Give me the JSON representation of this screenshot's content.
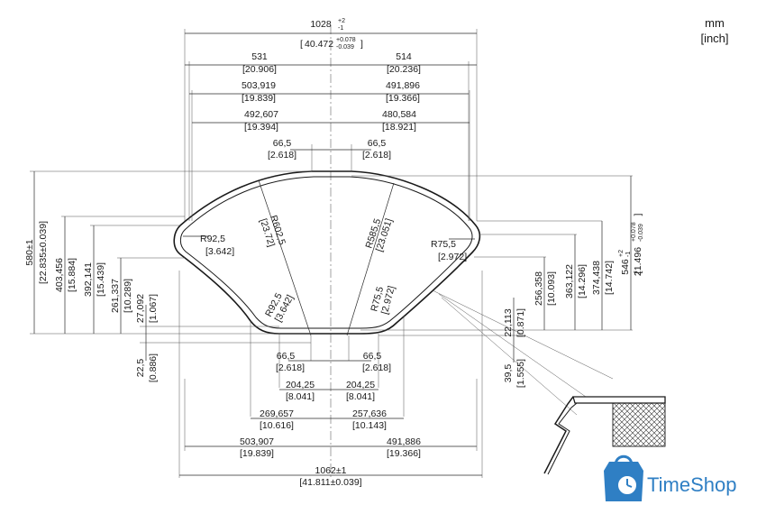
{
  "units": {
    "primary": "mm",
    "secondary": "[inch]"
  },
  "top_dims": {
    "overall": {
      "value": "1028",
      "tol_upper": "+2",
      "tol_lower": "-1",
      "inch": "40.472",
      "inch_tol_upper": "+0.078",
      "inch_tol_lower": "-0.039"
    },
    "left_531": {
      "mm": "531",
      "inch": "[20.906]"
    },
    "right_514": {
      "mm": "514",
      "inch": "[20.236]"
    },
    "left_503": {
      "mm": "503,919",
      "inch": "[19.839]"
    },
    "right_491": {
      "mm": "491,896",
      "inch": "[19.366]"
    },
    "left_492": {
      "mm": "492,607",
      "inch": "[19.394]"
    },
    "right_480": {
      "mm": "480,584",
      "inch": "[18.921]"
    },
    "top_left_66": {
      "mm": "66,5",
      "inch": "[2.618]"
    },
    "top_right_66": {
      "mm": "66,5",
      "inch": "[2.618]"
    }
  },
  "radii": {
    "r92_top": {
      "mm": "R92,5",
      "inch": "[3.642]"
    },
    "r602": {
      "mm": "R602,5",
      "inch": "[23.72]"
    },
    "r585": {
      "mm": "R585,5",
      "inch": "[23.051]"
    },
    "r75_right": {
      "mm": "R75,5",
      "inch": "[2.972]"
    },
    "r92_bottom": {
      "mm": "R92,5",
      "inch": "[3.642]"
    },
    "r75_bottom": {
      "mm": "R75,5",
      "inch": "[2.972]"
    }
  },
  "left_dims": {
    "d580": {
      "mm": "580±1",
      "inch": "[22.835±0.039]"
    },
    "d403": {
      "mm": "403,456",
      "inch": "[15.884]"
    },
    "d392": {
      "mm": "392,141",
      "inch": "[15.439]"
    },
    "d261": {
      "mm": "261,337",
      "inch": "[10.289]"
    },
    "d27": {
      "mm": "27,092",
      "inch": "[1.067]"
    },
    "d22": {
      "mm": "22,5",
      "inch": "[0.886]"
    }
  },
  "right_dims": {
    "d22_113": {
      "mm": "22,113",
      "inch": "[0.871]"
    },
    "d256": {
      "mm": "256,358",
      "inch": "[10.093]"
    },
    "d363": {
      "mm": "363,122",
      "inch": "[14.296]"
    },
    "d374": {
      "mm": "374,438",
      "inch": "[14.742]"
    },
    "d546": {
      "mm": "546",
      "tol_upper": "+2",
      "tol_lower": "-1"
    },
    "d546_inch": {
      "inch": "21.496",
      "tol_upper": "+0.078",
      "tol_lower": "-0.039"
    },
    "d39": {
      "mm": "39,5",
      "inch": "[1.555]"
    }
  },
  "bottom_dims": {
    "b66_left": {
      "mm": "66,5",
      "inch": "[2.618]"
    },
    "b66_right": {
      "mm": "66,5",
      "inch": "[2.618]"
    },
    "b204_left": {
      "mm": "204,25",
      "inch": "[8.041]"
    },
    "b204_right": {
      "mm": "204,25",
      "inch": "[8.041]"
    },
    "b269": {
      "mm": "269,657",
      "inch": "[10.616]"
    },
    "b257": {
      "mm": "257,636",
      "inch": "[10.143]"
    },
    "b503": {
      "mm": "503,907",
      "inch": "[19.839]"
    },
    "b491": {
      "mm": "491,886",
      "inch": "[19.366]"
    },
    "b1062": {
      "mm": "1062±1",
      "inch": "[41.811±0.039]"
    }
  },
  "logo": {
    "text": "TimeShop",
    "color": "#2f7fc4"
  },
  "colors": {
    "line": "#1a1a1a",
    "accent": "#2f7fc4"
  }
}
